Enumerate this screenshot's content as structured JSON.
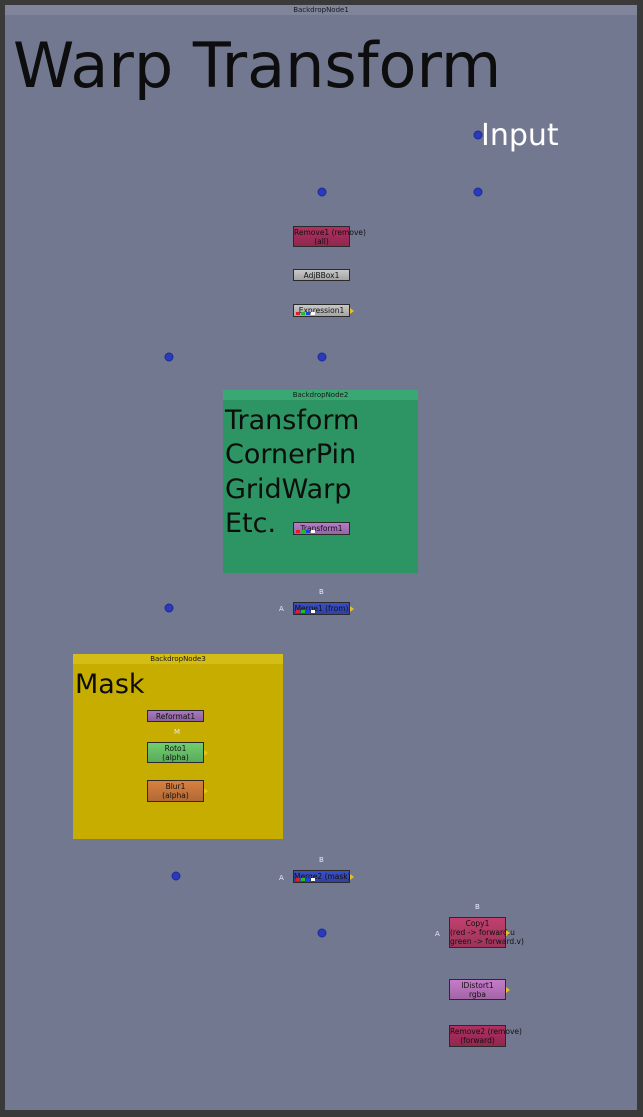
{
  "backdrops": [
    {
      "id": "bd1",
      "title": "BackdropNode1",
      "label": "Warp Transform",
      "color": "#737891",
      "titlebar": "#80859c"
    },
    {
      "id": "bd2",
      "title": "BackdropNode2",
      "label": "Transform\nCornerPin\nGridWarp\nEtc.",
      "color": "#2d9563",
      "titlebar": "#3aa873"
    },
    {
      "id": "bd3",
      "title": "BackdropNode3",
      "label": "Mask",
      "color": "#c6ad00",
      "titlebar": "#d4bd16"
    }
  ],
  "input_label": "Input",
  "nodes": [
    {
      "id": "remove1",
      "lines": [
        "Remove1 (remove)",
        "(all)"
      ],
      "color": "#b03060"
    },
    {
      "id": "adjbbox1",
      "lines": [
        "AdjBBox1"
      ],
      "color": "#c8c8c8"
    },
    {
      "id": "expression1",
      "lines": [
        "Expression1"
      ],
      "color": "#c8c8c8"
    },
    {
      "id": "transform1",
      "lines": [
        "Transform1"
      ],
      "color": "#b57cc9"
    },
    {
      "id": "merge1",
      "lines": [
        "Merge1 (from)"
      ],
      "color": "#3a4fc8"
    },
    {
      "id": "reformat1",
      "lines": [
        "Reformat1"
      ],
      "color": "#a878c0"
    },
    {
      "id": "roto1",
      "lines": [
        "Roto1",
        "(alpha)"
      ],
      "color": "#6fcf6f"
    },
    {
      "id": "blur1",
      "lines": [
        "Blur1",
        "(alpha)"
      ],
      "color": "#d88040"
    },
    {
      "id": "merge2",
      "lines": [
        "Merge2 (mask)"
      ],
      "color": "#3a4fc8"
    },
    {
      "id": "copy1",
      "lines": [
        "Copy1",
        "(red -> forward.u",
        "green -> forward.v)"
      ],
      "color": "#c0406e"
    },
    {
      "id": "idistort1",
      "lines": [
        "IDistort1",
        "rgba"
      ],
      "color": "#c67bc9"
    },
    {
      "id": "remove2",
      "lines": [
        "Remove2 (remove)",
        "(forward)"
      ],
      "color": "#b03060"
    }
  ],
  "input_tags": {
    "a": "A",
    "b": "B",
    "m": "M"
  },
  "colors": {
    "pipe": "#2f43d6",
    "pipe_dot": "#1a2a9a",
    "mask_pipe": "#e8c21a",
    "a_pipe": "#3cb043",
    "background": "#3a3a3a"
  }
}
